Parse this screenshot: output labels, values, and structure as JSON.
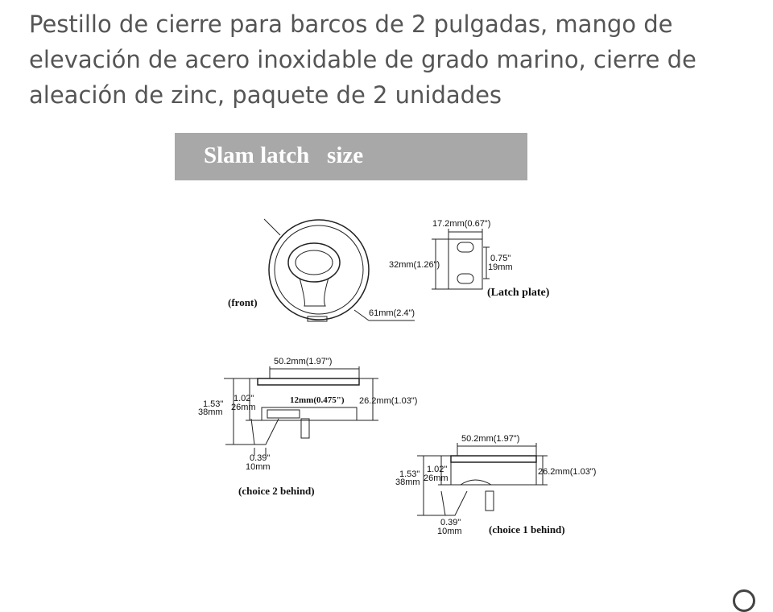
{
  "product": {
    "title": "Pestillo de cierre para barcos de 2 pulgadas, mango de elevación de acero inoxidable de grado marino, cierre de aleación de zinc, paquete de 2 unidades"
  },
  "diagram": {
    "banner": "Slam latch   size",
    "front": {
      "label": "(front)",
      "diameter": "61mm(2.4\")"
    },
    "latch_plate": {
      "label": "(Latch plate)",
      "width": "17.2mm(0.67\")",
      "height": "32mm(1.26\")",
      "hole_in": "0.75\"",
      "hole_mm": "19mm"
    },
    "choice2": {
      "label": "(choice 2 behind)",
      "width": "50.2mm(1.97\")",
      "total_in": "1.53\"",
      "total_mm": "38mm",
      "body_in": "1.02\"",
      "body_mm": "26mm",
      "depth": "12mm(0.475\")",
      "height": "26.2mm(1.03\")",
      "tongue_in": "0.39\"",
      "tongue_mm": "10mm"
    },
    "choice1": {
      "label": "(choice 1 behind)",
      "width": "50.2mm(1.97\")",
      "total_in": "1.53\"",
      "total_mm": "38mm",
      "body_in": "1.02\"",
      "body_mm": "26mm",
      "height": "26.2mm(1.03\")",
      "tongue_in": "0.39\"",
      "tongue_mm": "10mm"
    }
  }
}
